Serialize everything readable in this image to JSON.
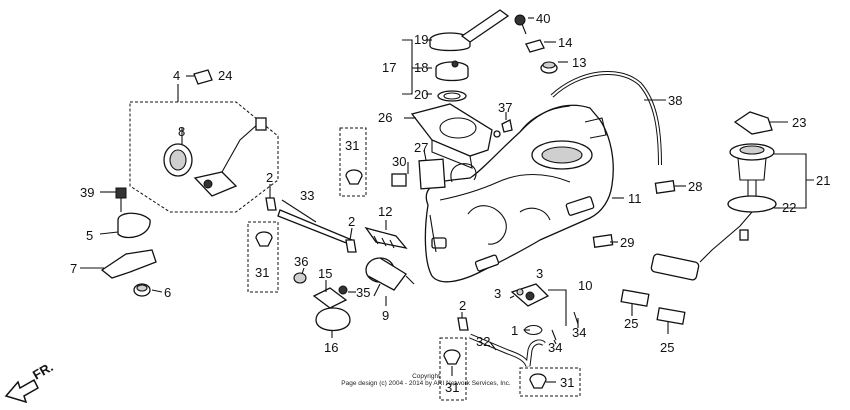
{
  "callouts": {
    "c1": "1",
    "c2": "2",
    "c3": "3",
    "c4": "4",
    "c5": "5",
    "c6": "6",
    "c7": "7",
    "c8": "8",
    "c9": "9",
    "c10": "10",
    "c11": "11",
    "c12": "12",
    "c13": "13",
    "c14": "14",
    "c15": "15",
    "c16": "16",
    "c17": "17",
    "c18": "18",
    "c19": "19",
    "c20": "20",
    "c21": "21",
    "c22": "22",
    "c23": "23",
    "c24": "24",
    "c25": "25",
    "c26": "26",
    "c27": "27",
    "c28": "28",
    "c29": "29",
    "c30": "30",
    "c31": "31",
    "c32": "32",
    "c33": "33",
    "c34": "34",
    "c35": "35",
    "c36": "36",
    "c37": "37",
    "c38": "38",
    "c39": "39",
    "c40": "40"
  },
  "direction_label": "FR.",
  "copyright": {
    "line1": "Copyright",
    "line2": "Page design (c) 2004 - 2014 by ARI Network Services, Inc."
  }
}
